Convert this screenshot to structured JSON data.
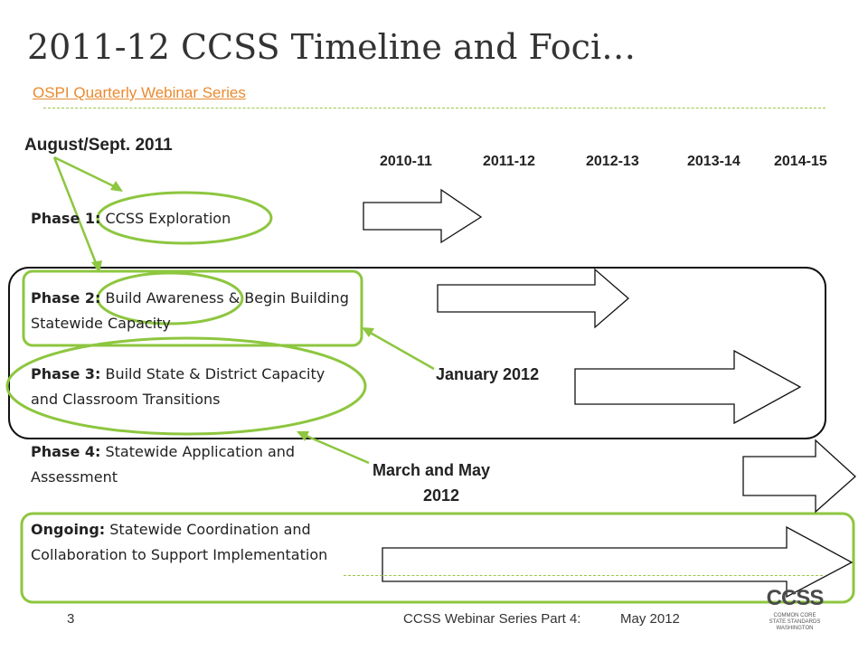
{
  "slide": {
    "title": "2011-12 CCSS Timeline and Foci…",
    "subtitle_link": "OSPI Quarterly Webinar Series",
    "callout_august": "August/Sept. 2011",
    "years": [
      "2010-11",
      "2011-12",
      "2012-13",
      "2013-14",
      "2014-15"
    ],
    "phases": [
      {
        "label": "Phase 1:",
        "text": "CCSS Exploration"
      },
      {
        "label": "Phase 2:",
        "text": "Build Awareness & Begin Building Statewide Capacity"
      },
      {
        "label": "Phase 3:",
        "text": "Build State & District Capacity and Classroom Transitions"
      },
      {
        "label": "Phase 4:",
        "text": "Statewide Application and Assessment"
      },
      {
        "label": "Ongoing:",
        "text": "Statewide Coordination and Collaboration to Support Implementation"
      }
    ],
    "callout_january": "January 2012",
    "callout_march_line1": "March and May",
    "callout_march_line2": "2012"
  },
  "footer": {
    "page_number": "3",
    "series": "CCSS Webinar Series Part 4:",
    "date": "May 2012"
  },
  "logo": {
    "main": "CCSS",
    "line1": "COMMON CORE",
    "line2": "STATE STANDARDS",
    "line3": "WASHINGTON"
  },
  "colors": {
    "accent_green": "#8dc63f",
    "link_orange": "#e98a2e",
    "title_gray": "#333333"
  }
}
